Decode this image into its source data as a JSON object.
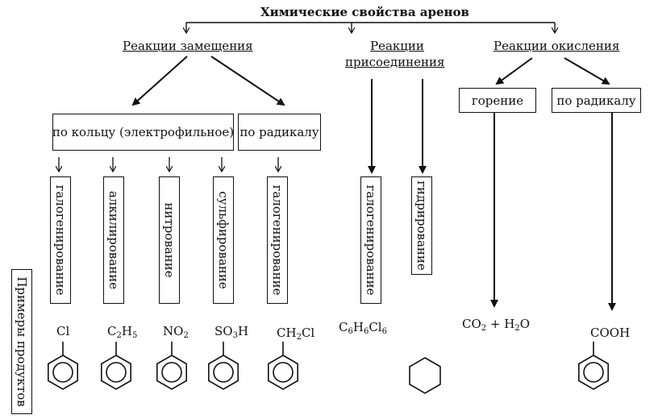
{
  "title": "Химические свойства аренов",
  "branches": {
    "substitution": "Реакции замещения",
    "addition_line1": "Реакции",
    "addition_line2": "присоединения",
    "oxidation": "Реакции окисления"
  },
  "boxes": {
    "ring": "по кольцу (электрофильное)",
    "radical": "по радикалу",
    "combustion": "горение",
    "oxidation_radical": "по радикалу"
  },
  "reactions": {
    "halogenation_ring": "галогенирование",
    "alkylation": "алкилирование",
    "nitration": "нитрование",
    "sulfonation": "сульфирование",
    "halogenation_radical": "галогенирование",
    "halogenation_addition": "галогенирование",
    "hydrogenation": "гидрирование"
  },
  "side_label": "Примеры продуктов",
  "products": {
    "p1": "Cl",
    "p2_main": "C",
    "p2_sub1": "2",
    "p2_mid": "H",
    "p2_sub2": "5",
    "p3_main": "NO",
    "p3_sub": "2",
    "p4_main": "SO",
    "p4_sub": "3",
    "p4_end": "H",
    "p5_main": "CH",
    "p5_sub": "2",
    "p5_end": "Cl",
    "p6_a": "C",
    "p6_s1": "6",
    "p6_b": "H",
    "p6_s2": "6",
    "p6_c": "Cl",
    "p6_s3": "6",
    "p7_a": "CO",
    "p7_s1": "2",
    "p7_b": " + H",
    "p7_s2": "2",
    "p7_c": "O",
    "p8": "COOH"
  }
}
